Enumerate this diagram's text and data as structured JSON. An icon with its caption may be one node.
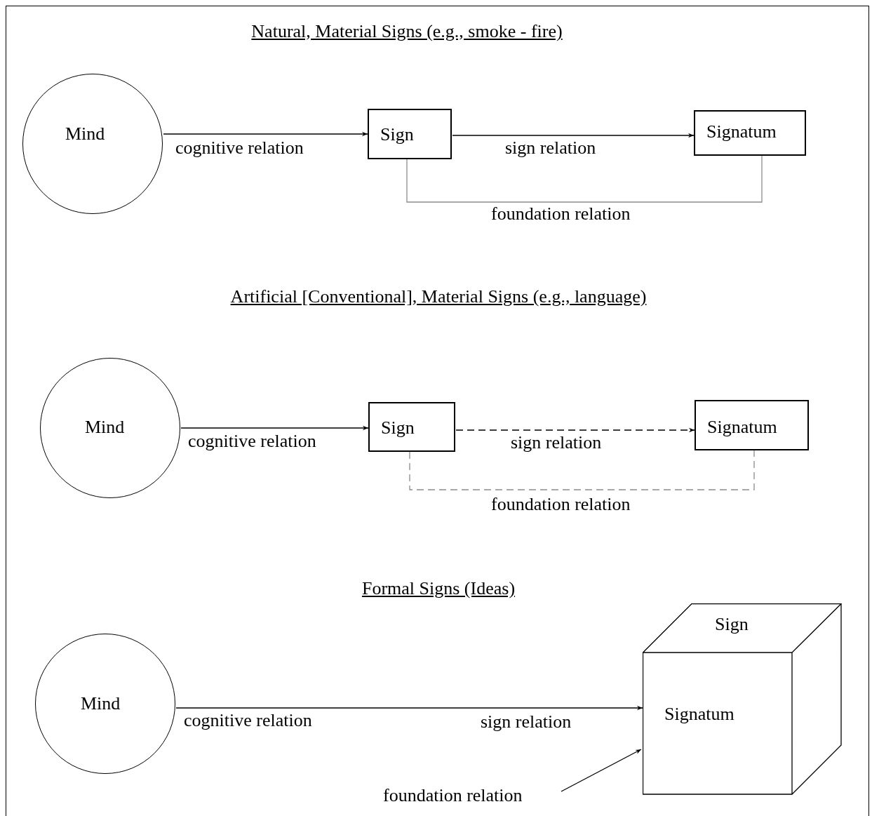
{
  "diagram": {
    "nodes": [
      {
        "text": [
          "Mind"
        ]
      },
      {
        "text": [
          "Sign"
        ]
      },
      {
        "text": [
          "Signatum"
        ]
      },
      {
        "text": [
          "Mind"
        ]
      },
      {
        "text": [
          "Sign"
        ]
      },
      {
        "text": [
          "Signatum"
        ]
      },
      {
        "text": [
          "Mind"
        ]
      },
      {
        "text": [
          "Sign",
          "Signatum"
        ]
      },
      {
        "text": [
          "foundation relation"
        ]
      }
    ],
    "edges": [
      {
        "from": 0,
        "to": 1,
        "arrow": "to",
        "label": "cognitive relation"
      },
      {
        "from": 1,
        "to": 2,
        "arrow": "to",
        "label": "sign relation"
      },
      {
        "from": 1,
        "to": 2,
        "arrow": "none",
        "label": "foundation relation",
        "color": "#8c8c8c"
      },
      {
        "from": 3,
        "to": 4,
        "arrow": "to",
        "label": "cognitive relation"
      },
      {
        "from": 4,
        "to": 5,
        "arrow": "to",
        "label": "sign relation",
        "style": "dashed"
      },
      {
        "from": 4,
        "to": 5,
        "arrow": "none",
        "label": "foundation relation",
        "style": "dashed",
        "color": "#8c8c8c"
      },
      {
        "from": 6,
        "to": 7,
        "arrow": "to",
        "label": "cognitive relation"
      },
      {
        "from": 8,
        "to": 7,
        "arrow": "to"
      }
    ],
    "labels": [
      "Natural, Material Signs (e.g., smoke - fire)",
      "Artificial [Conventional], Material Signs (e.g., language)",
      "Formal Signs (Ideas)",
      "sign relation"
    ]
  }
}
